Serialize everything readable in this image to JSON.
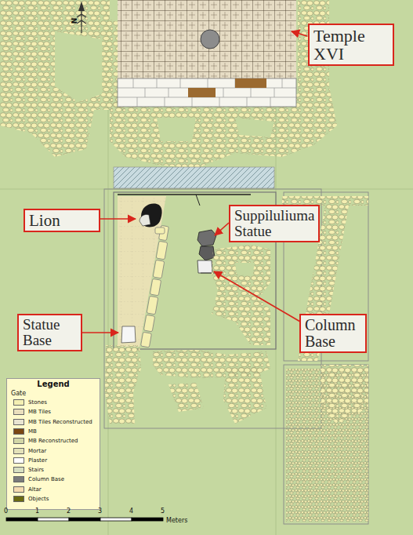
{
  "diagram": {
    "nodes": [
      {
        "text": [
          "Temple XVI"
        ]
      },
      {
        "text": [
          "Lion"
        ]
      },
      {
        "text": [
          "Suppiluliuma Statue"
        ]
      },
      {
        "text": [
          "Column Base"
        ]
      },
      {
        "text": [
          "Statue Base"
        ]
      }
    ],
    "labels": [
      "N",
      "Legend",
      "Gate",
      "0",
      "1",
      "2",
      "3",
      "4",
      "5",
      "Meters"
    ],
    "legend": [
      {
        "text": "Stones",
        "color": "#f4efb2"
      },
      {
        "text": "MB Tiles",
        "color": "#eadfbd"
      },
      {
        "text": "MB Tiles Reconstructed",
        "color": "#e9e5d2"
      },
      {
        "text": "MB",
        "color": "#7a4712"
      },
      {
        "text": "MB Reconstructed",
        "color": "#d2d6a6"
      },
      {
        "text": "Mortar",
        "color": "#e3e2b9"
      },
      {
        "text": "Plaster",
        "color": "#ffffff"
      },
      {
        "text": "Stairs",
        "color": "#d7dfc1"
      },
      {
        "text": "Column Base",
        "color": "#7b7b7b"
      },
      {
        "text": "Altar",
        "color": "#f6dcb0"
      },
      {
        "text": "Objects",
        "color": "#6b6b12"
      }
    ]
  }
}
